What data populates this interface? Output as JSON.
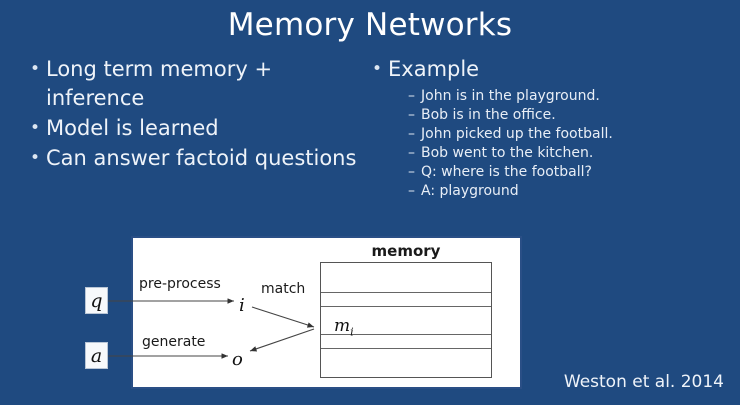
{
  "slide": {
    "title": "Memory Networks",
    "background_color": "#1f4a80",
    "text_color": "#eef3f9",
    "citation": "Weston et al. 2014"
  },
  "left_column": {
    "bullet_marker": "•",
    "items": [
      {
        "text": "Long term memory + inference"
      },
      {
        "text": "Model is learned"
      },
      {
        "text": "Can answer factoid questions"
      }
    ]
  },
  "right_column": {
    "bullet_marker": "•",
    "heading": "Example",
    "sub_marker": "–",
    "sub_items": [
      {
        "text": "John is in the playground."
      },
      {
        "text": "Bob is in the office."
      },
      {
        "text": "John picked up the football."
      },
      {
        "text": "Bob went to the kitchen."
      },
      {
        "text": "Q: where is the football?"
      },
      {
        "text": "A: playground"
      }
    ]
  },
  "figure": {
    "panel_background": "#ffffff",
    "panel_border_color": "#2a4f86",
    "tokens": {
      "question": "q",
      "answer": "a"
    },
    "edge_labels": {
      "pre_process": "pre-process",
      "generate": "generate",
      "match": "match"
    },
    "nodes": {
      "input_feature": "i",
      "output_feature": "o"
    },
    "memory": {
      "title": "memory",
      "slot_label": "m",
      "slot_subscript": "i",
      "slot_count": 5
    }
  }
}
